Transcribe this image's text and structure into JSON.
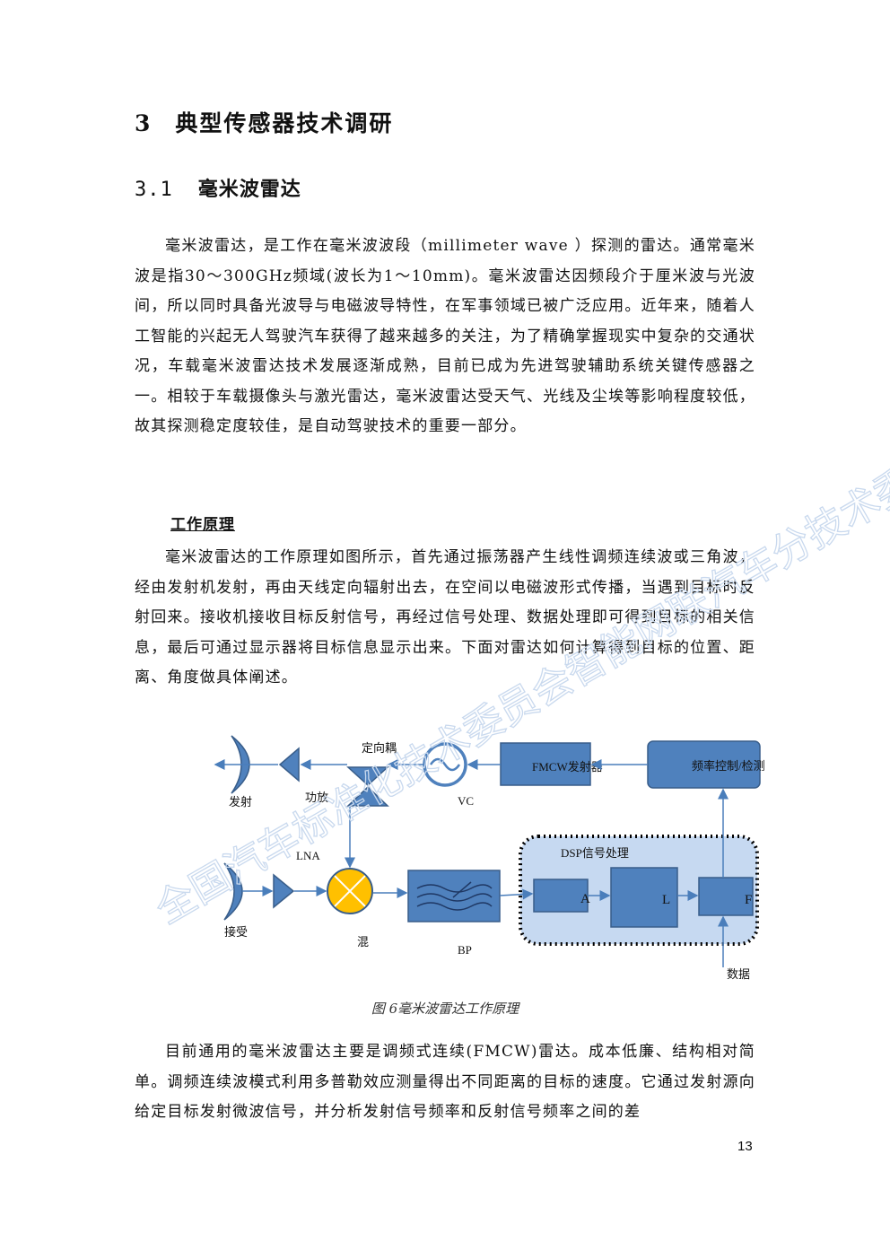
{
  "section": {
    "number": "3",
    "title": "典型传感器技术调研"
  },
  "subsection": {
    "number": "3.1",
    "title": "毫米波雷达"
  },
  "paragraph1": "毫米波雷达，是工作在毫米波波段（millimeter wave ）探测的雷达。通常毫米波是指30～300GHz频域(波长为1～10mm)。毫米波雷达因频段介于厘米波与光波间，所以同时具备光波导与电磁波导特性，在军事领域已被广泛应用。近年来，随着人工智能的兴起无人驾驶汽车获得了越来越多的关注，为了精确掌握现实中复杂的交通状况，车载毫米波雷达技术发展逐渐成熟，目前已成为先进驾驶辅助系统关键传感器之一。相较于车载摄像头与激光雷达，毫米波雷达受天气、光线及尘埃等影响程度较低，故其探测稳定度较佳，是自动驾驶技术的重要一部分。",
  "subheading": "工作原理",
  "paragraph2": "毫米波雷达的工作原理如图所示，首先通过振荡器产生线性调频连续波或三角波，经由发射机发射，再由天线定向辐射出去，在空间以电磁波形式传播，当遇到目标时反射回来。接收机接收目标反射信号，再经过信号处理、数据处理即可得到目标的相关信息，最后可通过显示器将目标信息显示出来。下面对雷达如何计算得到目标的位置、距离、角度做具体阐述。",
  "diagram": {
    "labels": {
      "transmit": "发射",
      "power_amp": "功放",
      "coupler": "定向耦",
      "vco": "VC",
      "fmcw": "FMCW发射器",
      "freq_ctrl": "频率控制/检测",
      "lna": "LNA",
      "receive": "接受",
      "mixer": "混",
      "bp": "BP",
      "dsp": "DSP信号处理",
      "block_a": "A",
      "block_l": "L",
      "block_f": "F",
      "data": "数据"
    },
    "colors": {
      "block": "#4f81bd",
      "block_edge": "#385d8a",
      "mixer": "#ffc000",
      "dsp_bg": "#c6d9f1",
      "arrow": "#4a7ebb"
    }
  },
  "caption": "图 6毫米波雷达工作原理",
  "paragraph3": "目前通用的毫米波雷达主要是调频式连续(FMCW)雷达。成本低廉、结构相对简单。调频连续波模式利用多普勒效应测量得出不同距离的目标的速度。它通过发射源向给定目标发射微波信号，并分析发射信号频率和反射信号频率之间的差",
  "page_number": "13",
  "watermark": "全国汽车标准化技术委员会智能网联汽车分技术委员会发布"
}
